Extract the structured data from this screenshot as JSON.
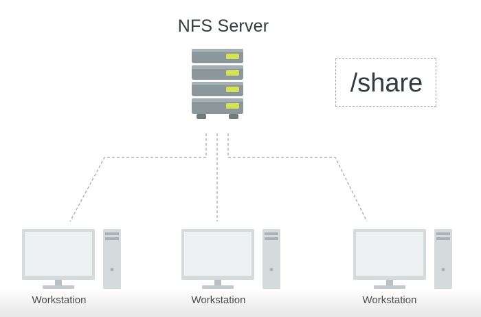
{
  "server": {
    "title": "NFS Server"
  },
  "share": {
    "label": "/share"
  },
  "workstations": [
    {
      "label": "Workstation"
    },
    {
      "label": "Workstation"
    },
    {
      "label": "Workstation"
    }
  ],
  "colors": {
    "server_body": "#8c979c",
    "server_shelf": "#a5b0b4",
    "server_led": "#d4e157",
    "monitor_frame": "#d5dadd",
    "monitor_screen": "#eef1f2",
    "tower": "#d5dadd",
    "link": "#9aa3a8"
  }
}
